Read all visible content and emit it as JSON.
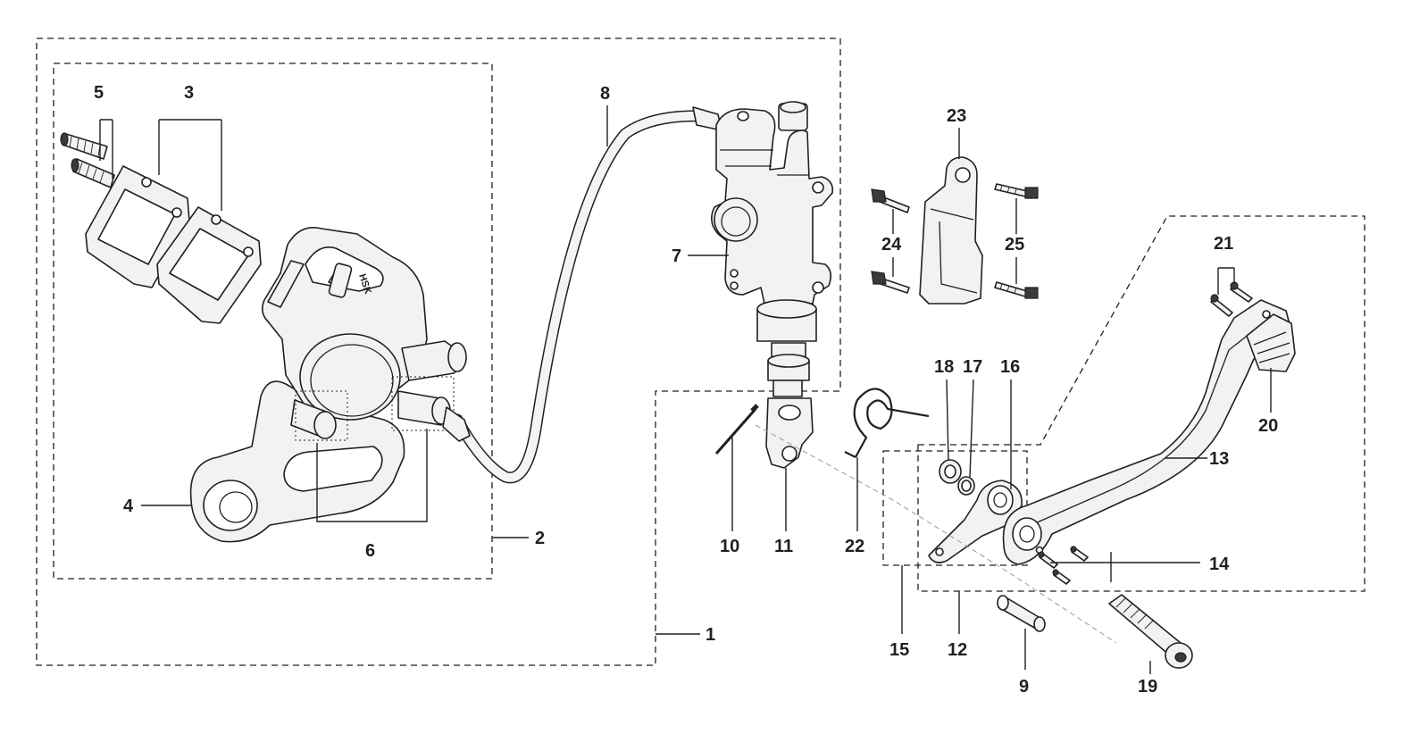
{
  "diagram": {
    "callouts": {
      "c1": "1",
      "c2": "2",
      "c3": "3",
      "c4": "4",
      "c5": "5",
      "c6": "6",
      "c7": "7",
      "c8": "8",
      "c9": "9",
      "c10": "10",
      "c11": "11",
      "c12": "12",
      "c13": "13",
      "c14": "14",
      "c15": "15",
      "c16": "16",
      "c17": "17",
      "c18": "18",
      "c19": "19",
      "c20": "20",
      "c21": "21",
      "c22": "22",
      "c23": "23",
      "c24": "24",
      "c25": "25"
    },
    "caliper_marking": "HSK"
  }
}
